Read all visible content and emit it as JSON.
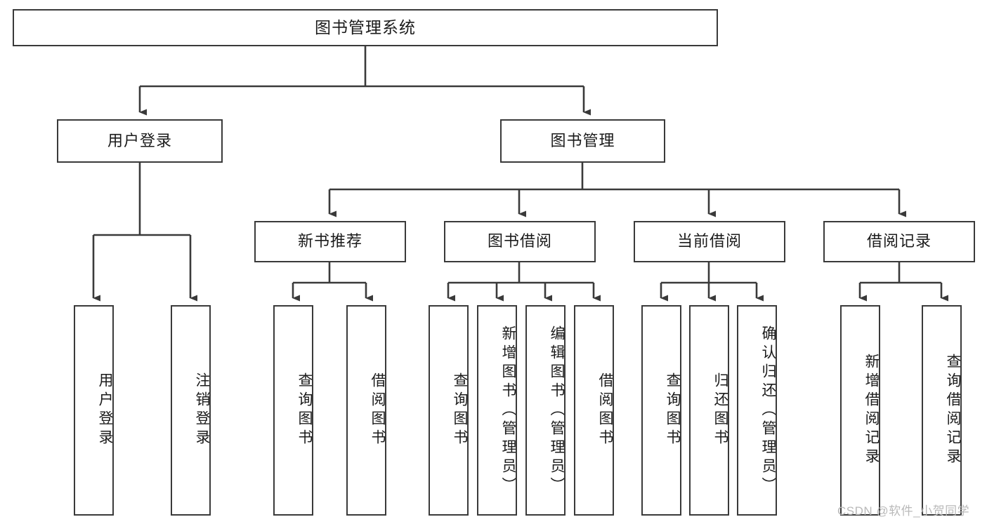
{
  "diagram": {
    "title": "图书管理系统",
    "type": "hierarchy-tree",
    "stroke_color": "#3a3a3a",
    "fill_color": "#ffffff",
    "text_color": "#1b1b1b",
    "watermark": {
      "text": "CSDN @软件_小贺同学",
      "color": "#b9b9b9"
    },
    "levels": {
      "root": "图书管理系统",
      "level2": [
        "用户登录",
        "图书管理"
      ],
      "level3": [
        "新书推荐",
        "图书借阅",
        "当前借阅",
        "借阅记录"
      ]
    },
    "nodes": {
      "root": {
        "label": "图书管理系统"
      },
      "user_login": {
        "label": "用户登录"
      },
      "book_manage": {
        "label": "图书管理"
      },
      "new_book_rec": {
        "label": "新书推荐"
      },
      "book_borrow": {
        "label": "图书借阅"
      },
      "current_borrow": {
        "label": "当前借阅"
      },
      "borrow_record": {
        "label": "借阅记录"
      },
      "leaf_user_login": {
        "label": "用户登录"
      },
      "leaf_logout": {
        "label": "注销登录"
      },
      "leaf_query_book_1": {
        "label": "查询图书"
      },
      "leaf_borrow_book_1": {
        "label": "借阅图书"
      },
      "leaf_query_book_2": {
        "label": "查询图书"
      },
      "leaf_add_book": {
        "label": "新增图书（管理员）"
      },
      "leaf_edit_book": {
        "label": "编辑图书（管理员）"
      },
      "leaf_borrow_book_2": {
        "label": "借阅图书"
      },
      "leaf_query_book_3": {
        "label": "查询图书"
      },
      "leaf_return_book": {
        "label": "归还图书"
      },
      "leaf_confirm_return": {
        "label": "确认归还（管理员）"
      },
      "leaf_add_record": {
        "label": "新增借阅记录"
      },
      "leaf_query_record": {
        "label": "查询借阅记录"
      }
    }
  }
}
